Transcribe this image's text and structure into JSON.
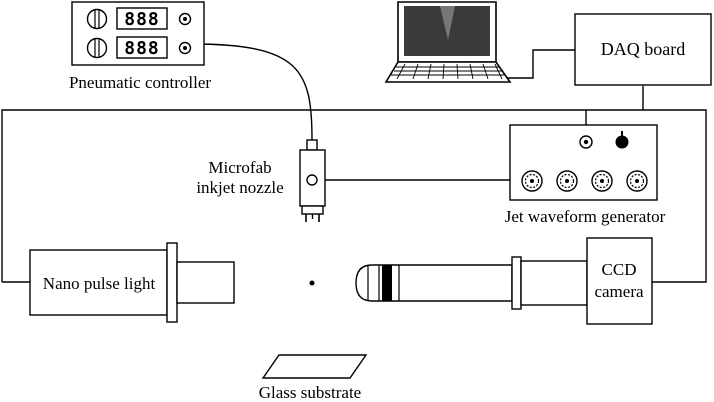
{
  "labels": {
    "pneumatic_controller": "Pneumatic controller",
    "daq_board": "DAQ board",
    "nozzle_line1": "Microfab",
    "nozzle_line2": "inkjet nozzle",
    "waveform_generator": "Jet waveform generator",
    "nano_pulse_light": "Nano pulse light",
    "ccd_line1": "CCD",
    "ccd_line2": "camera",
    "glass_substrate": "Glass substrate"
  },
  "controller_displays": [
    "888",
    "888"
  ]
}
